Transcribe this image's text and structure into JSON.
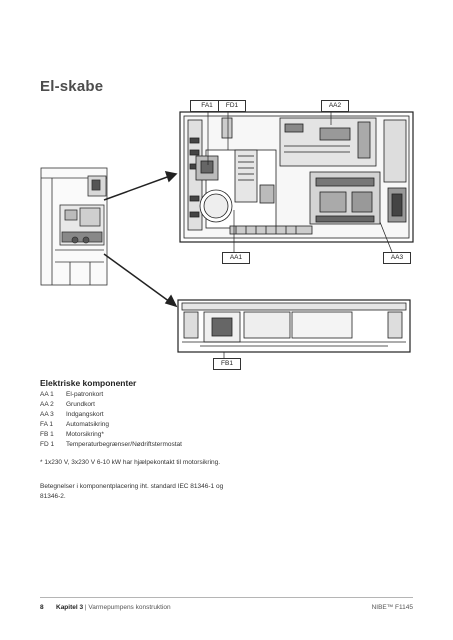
{
  "page": {
    "title": "El-skabe",
    "section_heading": "Elektriske komponenter",
    "components": [
      {
        "code": "AA 1",
        "name": "El-patronkort"
      },
      {
        "code": "AA 2",
        "name": "Grundkort"
      },
      {
        "code": "AA 3",
        "name": "Indgangskort"
      },
      {
        "code": "FA 1",
        "name": "Automatsikring"
      },
      {
        "code": "FB 1",
        "name": "Motorsikring*"
      },
      {
        "code": "FD 1",
        "name": "Temperaturbegrænser/Nødriftstermostat"
      }
    ],
    "footnote": "* 1x230 V, 3x230 V 6-10 kW har hjælpekontakt til motorsikring.",
    "standard_note": "Betegnelser i komponentplacering iht. standard IEC 81346-1 og 81346-2."
  },
  "callouts": {
    "fa1": "FA1",
    "fd1": "FD1",
    "aa2": "AA2",
    "aa1": "AA1",
    "aa3": "AA3",
    "fb1": "FB1"
  },
  "footer": {
    "page_number": "8",
    "chapter_label": "Kapitel 3",
    "chapter_text": "Varmepumpens konstruktion",
    "product": "NIBE™ F1145"
  }
}
